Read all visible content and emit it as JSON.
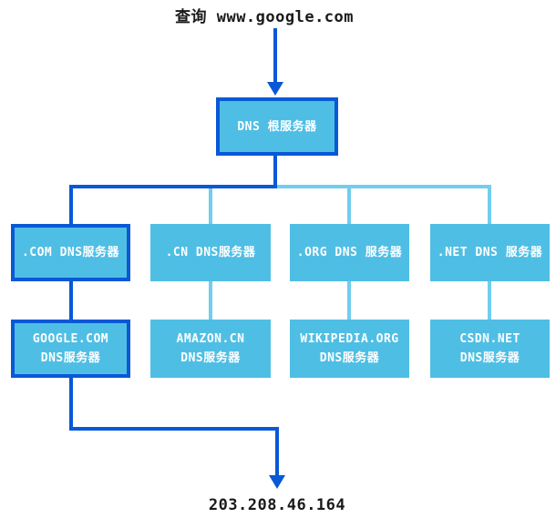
{
  "diagram": {
    "title_semantic": "DNS resolution hierarchy",
    "query_label": "查询 www.google.com",
    "root_server": {
      "label": "DNS 根服务器"
    },
    "tld_servers": [
      {
        "label": ".COM DNS服务器",
        "highlighted": true
      },
      {
        "label": ".CN DNS服务器",
        "highlighted": false
      },
      {
        "label": ".ORG DNS 服务器",
        "highlighted": false
      },
      {
        "label": ".NET DNS 服务器",
        "highlighted": false
      }
    ],
    "authoritative_servers": [
      {
        "line1": "GOOGLE.COM",
        "line2": "DNS服务器",
        "highlighted": true
      },
      {
        "line1": "AMAZON.CN",
        "line2": "DNS服务器",
        "highlighted": false
      },
      {
        "line1": "WIKIPEDIA.ORG",
        "line2": "DNS服务器",
        "highlighted": false
      },
      {
        "line1": "CSDN.NET",
        "line2": "DNS服务器",
        "highlighted": false
      }
    ],
    "result_ip": "203.208.46.164",
    "colors": {
      "highlight_path_blue": "#0958d6",
      "box_fill_blue": "#4fbee4",
      "connector_light_blue": "#72cdee",
      "text_on_box": "#ffffff",
      "label_text": "#1a1a1a"
    }
  }
}
